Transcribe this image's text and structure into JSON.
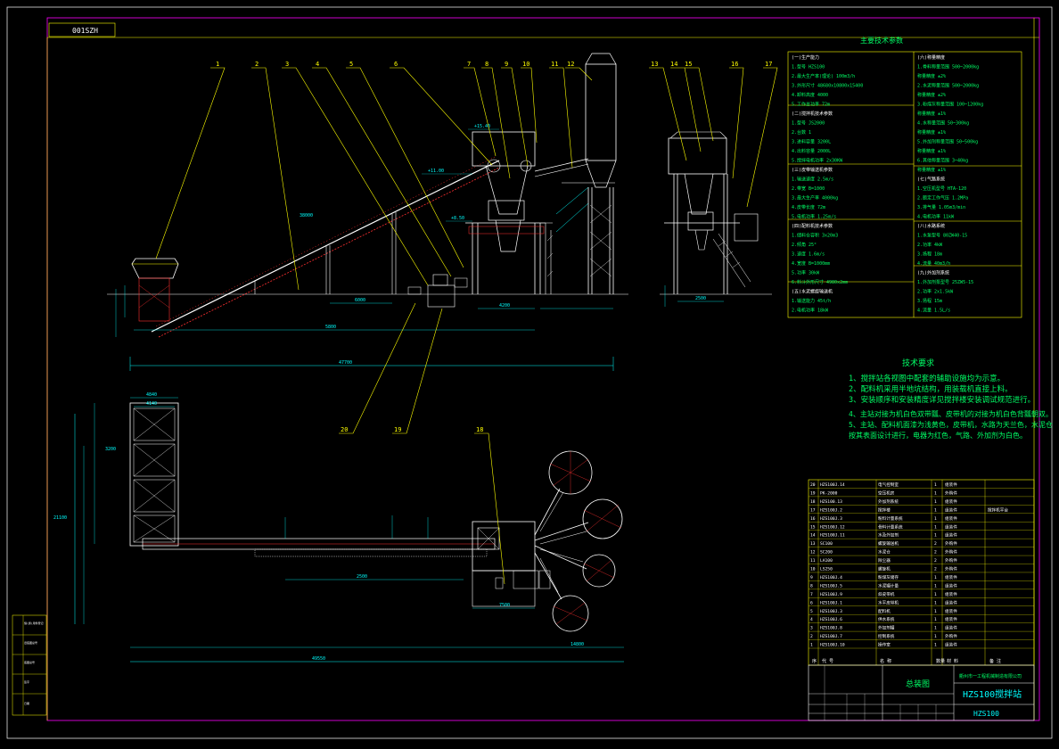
{
  "drawing_no": "001SZH",
  "callouts": [
    "1",
    "2",
    "3",
    "4",
    "5",
    "6",
    "7",
    "8",
    "9",
    "10",
    "11",
    "12",
    "13",
    "14",
    "15",
    "16",
    "17",
    "18",
    "19",
    "20"
  ],
  "dimensions": {
    "total_length": "47700",
    "plan_length": "49550",
    "plan_width": "21100",
    "plan_mid": "14800",
    "belt": "38000",
    "d_4140": "4140",
    "d_4840": "4840",
    "d_3200": "3200",
    "d_2500": "2500",
    "d_2500_side": "2500",
    "d_6000": "6000",
    "d_5800": "5800",
    "d_4200": "4200",
    "d_7500": "7500",
    "h_1540": "+15.40",
    "h_1100": "+11.00",
    "h_850": "+8.50"
  },
  "params_title": "主要技术参数",
  "params_col1": [
    "(一)生产能力",
    "1.型号        HZS100",
    "2.最大生产率(理论)  100m3/h",
    "3.外形尺寸    48680x10800x15400",
    "4.卸料高度        4000",
    "5.工作总功率       72m",
    "(二)搅拌机技术参数",
    "1.型号        JS2000",
    "2.台数            1",
    "3.进料容量     3200L",
    "4.出料容量     2000L",
    "5.搅拌电机功率  2x30KW",
    "(三)皮带输送机参数",
    "1.输送速度     2.5m/s",
    "2.带宽 B=1000",
    "3.最大生产率   4000kg",
    "4.皮带长度      72m",
    "5.电机功率    1.25m/s",
    "(四)配料机技术参数",
    "1.储料仓容积    3x20m3",
    "2.倾角           25°",
    "3.速度         1.6m/s",
    "4.宽度    B=1000mm",
    "5.功率          30kW",
    "6.料斗外形尺寸 4980x2mm",
    "(五)水泥螺旋输送机",
    "1.输送能力       45t/h",
    "2.电机功率       18kW"
  ],
  "params_col2": [
    "(六)称量精度",
    "1.骨料称量范围  500~2000kg",
    "   称量精度         ±2%",
    "2.水泥称量范围  500~2000kg",
    "   称量精度         ±2%",
    "3.粉煤灰称量范围 100~1200kg",
    "   称量精度         ±1%",
    "4.水称量范围     50~300kg",
    "   称量精度         ±1%",
    "5.外加剂称量范围  50~500kg",
    "   称量精度         ±1%",
    "6.其他称量范围     3~40kg",
    "   称量精度         ±1%",
    "(七)气路系统",
    "1.空压机型号       HTA-120",
    "2.额定工作气压    1.2MPa",
    "3.排气量       1.05m3/min",
    "4.电机功率          11kW",
    "(八)水路系统",
    "1.水泵型号        80ZW40-15",
    "2.功率                4kW",
    "3.扬程               18m",
    "4.流量          40m3/h",
    "(九)外加剂系统",
    "1.外加剂泵型号   25ZW5-15",
    "2.功率            2x1.5kW",
    "3.扬程              15m",
    "4.流量            1.5L/s"
  ],
  "tech_title": "技术要求",
  "tech_lines": [
    "1、搅拌站各视图中配套的辅助设施均为示意。",
    "2、配料机采用半地坑结构，用装载机直接上料。",
    "3、安装顺序和安装精度详见搅拌楼安装调试规范进行。",
    "4、主站对接为机白色双带瓢、皮带机的对接为机白色背瓢朝双。",
    "5、主站、配料机面漆为浅黄色，皮带机，水路为天兰色，水泥仓",
    "   按其表面设计进行，电器为红色，气路、外加剂为白色。"
  ],
  "bom": [
    [
      "20",
      "HZS100J.14",
      "电气控制室",
      "1",
      "组装件",
      ""
    ],
    [
      "19",
      "PK-2000",
      "空压机房",
      "1",
      "外购件",
      ""
    ],
    [
      "18",
      "HZS100.13",
      "外加剂系统",
      "1",
      "组装件",
      ""
    ],
    [
      "17",
      "HZS100J.2",
      "搅拌楼",
      "1",
      "组装件",
      "搅拌机平台"
    ],
    [
      "16",
      "HZS100J.3",
      "粉料计量系统",
      "1",
      "组装件",
      ""
    ],
    [
      "15",
      "HZS100J.12",
      "骨料计量系统",
      "1",
      "组装件",
      ""
    ],
    [
      "14",
      "HZS100J.11",
      "水及外加剂",
      "1",
      "组装件",
      ""
    ],
    [
      "13",
      "SC100",
      "螺旋输送机",
      "2",
      "外购件",
      ""
    ],
    [
      "12",
      "SC200",
      "水泥仓",
      "2",
      "外购件",
      ""
    ],
    [
      "11",
      "LA100",
      "除尘器",
      "2",
      "外购件",
      ""
    ],
    [
      "10",
      "LS250",
      "螺旋机",
      "2",
      "外购件",
      ""
    ],
    [
      "9",
      "HZS100J.4",
      "粉煤灰储存",
      "1",
      "组装件",
      ""
    ],
    [
      "8",
      "HZS100J.5",
      "水泥罐计量",
      "1",
      "组装件",
      ""
    ],
    [
      "7",
      "HZS100J.9",
      "斜皮带机",
      "1",
      "组装件",
      ""
    ],
    [
      "6",
      "HZS100J.1",
      "水平皮带机",
      "1",
      "组装件",
      ""
    ],
    [
      "5",
      "HZS100J.3",
      "配料机",
      "1",
      "组装件",
      ""
    ],
    [
      "4",
      "HZS100J.6",
      "供水系统",
      "1",
      "组装件",
      ""
    ],
    [
      "3",
      "HZS100J.8",
      "外加剂罐",
      "1",
      "组装件",
      ""
    ],
    [
      "2",
      "HZS100J.7",
      "控制系统",
      "1",
      "外购件",
      ""
    ],
    [
      "1",
      "HZS100J.10",
      "操作室",
      "1",
      "组装件",
      ""
    ]
  ],
  "bom_header": [
    "序",
    "代  号",
    "名  称",
    "数量",
    "材  料",
    "备  注"
  ],
  "company": "衢州市一工程机械制造有限公司",
  "drawing_title": "总装图",
  "product_title": "HZS100搅拌站",
  "product_code": "HZS100",
  "left_strip": [
    "借(通)用件登记",
    "旧底图总号",
    "底图总号",
    "签字",
    "日期"
  ]
}
